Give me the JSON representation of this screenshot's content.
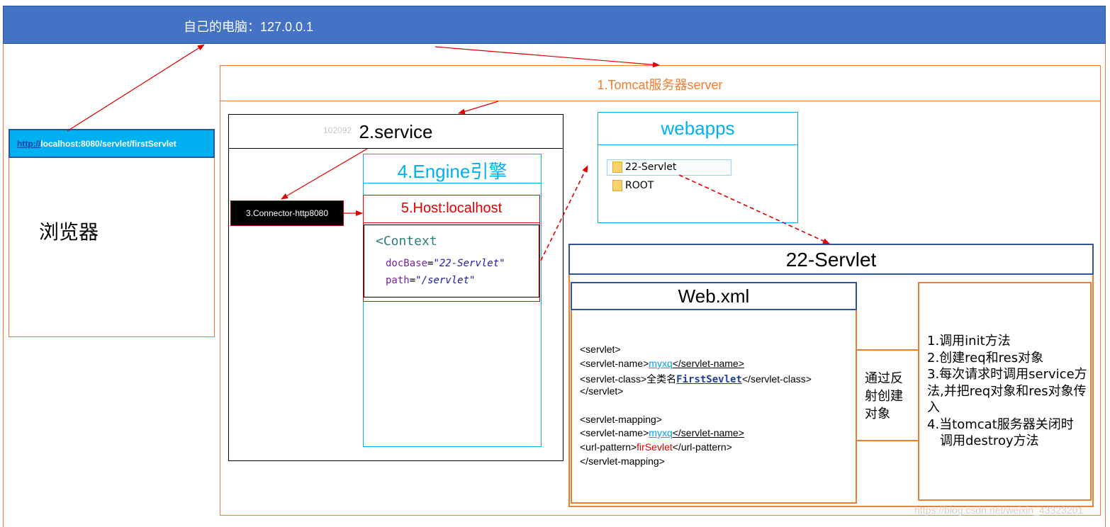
{
  "top_bar": {
    "title": "自己的电脑：127.0.0.1"
  },
  "tomcat": {
    "title": "1.Tomcat服务器server"
  },
  "browser": {
    "url_scheme": "http://",
    "url_rest": "localhost:8080/servlet/firstServlet",
    "label": "浏览器"
  },
  "service": {
    "title": "2.service",
    "watermark": "102092"
  },
  "connector": {
    "label": "3.Connector-http8080"
  },
  "engine": {
    "title": "4.Engine引擎"
  },
  "host": {
    "title": "5.Host:localhost"
  },
  "context": {
    "tag": "<Context",
    "docbase_name": "docBase",
    "docbase_value": "\"22-Servlet\"",
    "path_name": "path",
    "path_value": "\"/servlet\""
  },
  "webapps": {
    "title": "webapps",
    "folders": [
      "22-Servlet",
      "ROOT"
    ]
  },
  "app": {
    "title": "22-Servlet"
  },
  "webxml": {
    "title": "Web.xml",
    "lines": {
      "l1": "<servlet>",
      "l2_open": "<servlet-name>",
      "l2_value": "myxq",
      "l2_close": "</servlet-name>",
      "l3_open": "<servlet-class>全类名",
      "l3_value": "FirstSevlet",
      "l3_close": "</servlet-class>",
      "l4": "</servlet>",
      "l5": "<servlet-mapping>",
      "l6_open": "<servlet-name>",
      "l6_value": "myxq",
      "l6_close": "</servlet-name>",
      "l7_open": "<url-pattern>",
      "l7_value": "firSevlet",
      "l7_close": "</url-pattern>",
      "l8": "</servlet-mapping>"
    }
  },
  "reflect": {
    "text": "通过反射创建对象"
  },
  "lifecycle": {
    "items": [
      "1.调用init方法",
      "2.创建req和res对象",
      "3.每次请求时调用service方法,并把req对象和res对象传入",
      "4.当tomcat服务器关闭时",
      "调用destroy方法"
    ]
  },
  "watermark": "https://blog.csdn.net/weixin_43323201",
  "colors": {
    "topbar": "#4472c4",
    "orange": "#ed7d31",
    "cyan": "#00b0f0",
    "red": "#e00000",
    "navy": "#2f5597"
  }
}
